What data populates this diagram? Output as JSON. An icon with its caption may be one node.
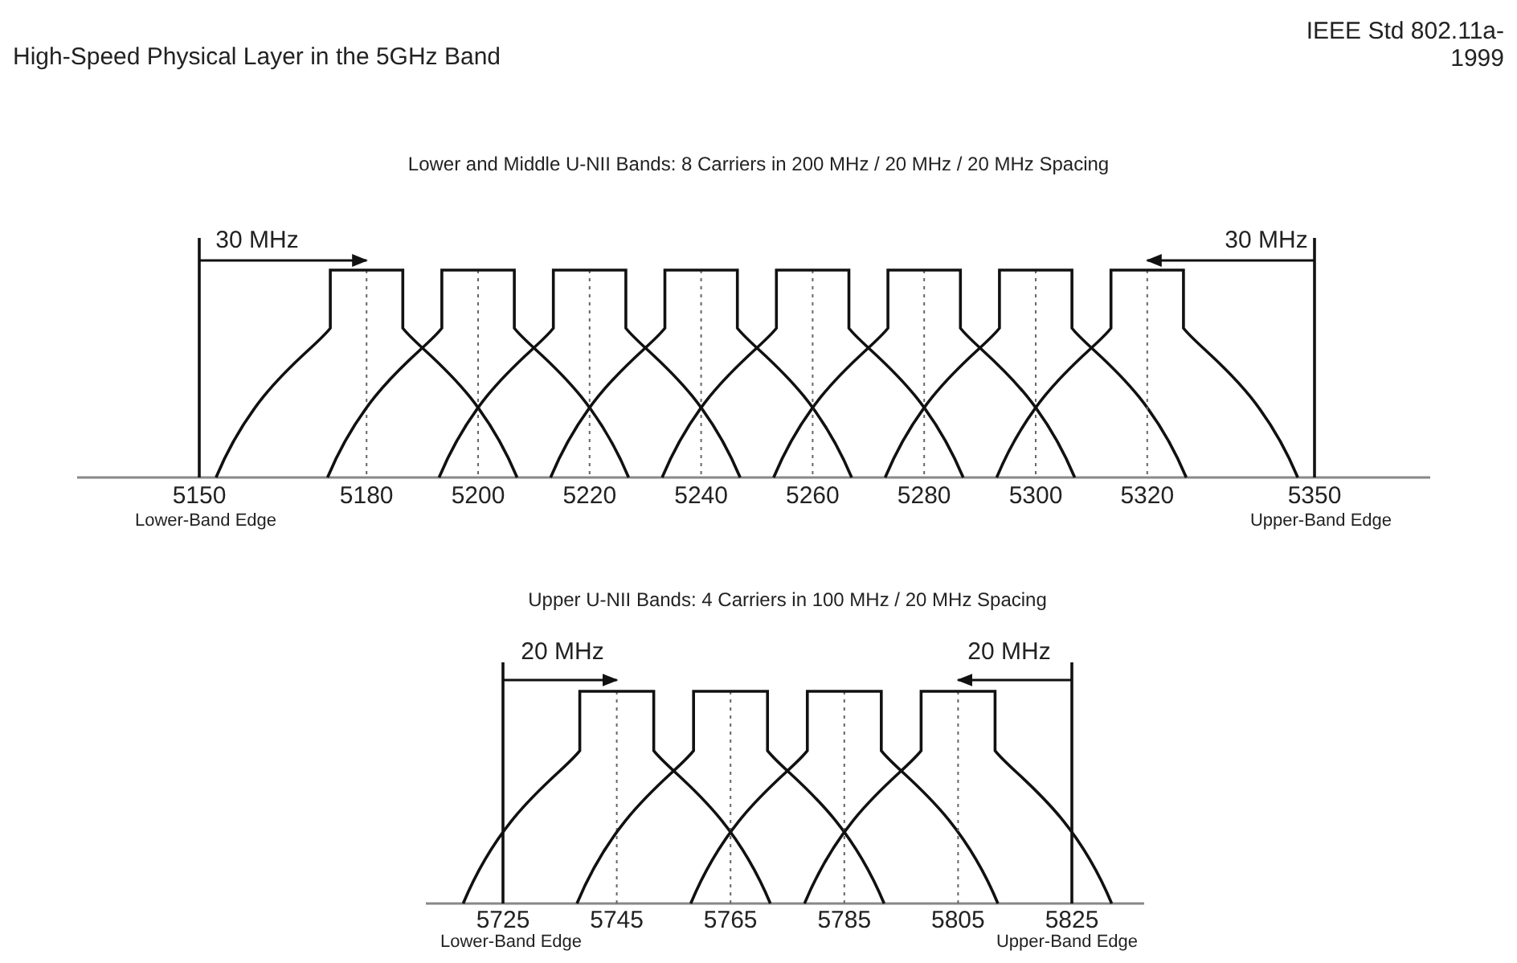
{
  "diagram": {
    "labels": [
      "High-Speed Physical Layer in the 5GHz Band",
      "IEEE Std 802.11a-1999",
      "Lower and Middle U-NII Bands: 8 Carriers in 200 MHz / 20 MHz / 20 MHz Spacing",
      "30 MHz",
      "30 MHz",
      "5150",
      "5180",
      "5200",
      "5220",
      "5240",
      "5260",
      "5280",
      "5300",
      "5320",
      "5350",
      "Lower-Band Edge",
      "Upper-Band Edge",
      "Upper U-NII Bands: 4 Carriers in 100 MHz / 20 MHz Spacing",
      "20 MHz",
      "20 MHz",
      "5725",
      "5745",
      "5765",
      "5785",
      "5805",
      "5825",
      "Lower-Band Edge",
      "Upper-Band Edge"
    ]
  }
}
